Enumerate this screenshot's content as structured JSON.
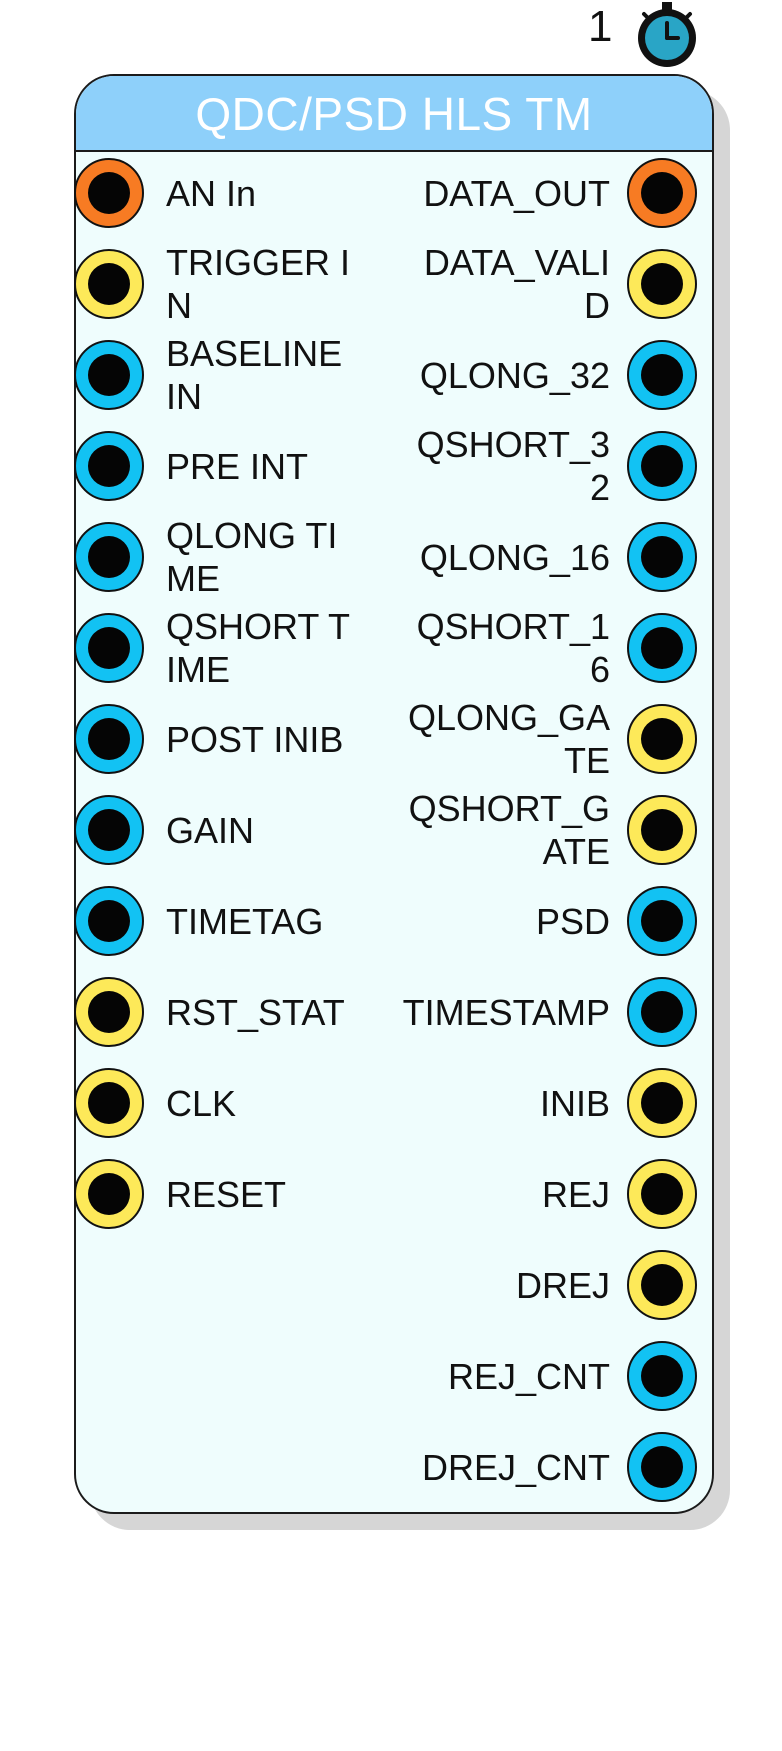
{
  "block": {
    "title": "QDC/PSD HLS TM",
    "instance_number": "1",
    "icon": "stopwatch-icon"
  },
  "colors": {
    "header": "#8ed0fa",
    "body": "#effdfd",
    "port_orange": "#f77b23",
    "port_yellow": "#fde959",
    "port_blue": "#12c2f3"
  },
  "inputs": [
    {
      "label": "AN In",
      "color": "orange"
    },
    {
      "label": "TRIGGER IN",
      "color": "yellow"
    },
    {
      "label": "BASELINE IN",
      "color": "blue"
    },
    {
      "label": "PRE INT",
      "color": "blue"
    },
    {
      "label": "QLONG TIME",
      "color": "blue"
    },
    {
      "label": "QSHORT TIME",
      "color": "blue"
    },
    {
      "label": "POST INIB",
      "color": "blue"
    },
    {
      "label": "GAIN",
      "color": "blue"
    },
    {
      "label": "TIMETAG",
      "color": "blue"
    },
    {
      "label": "RST_STAT",
      "color": "yellow"
    },
    {
      "label": "CLK",
      "color": "yellow"
    },
    {
      "label": "RESET",
      "color": "yellow"
    }
  ],
  "outputs": [
    {
      "label": "DATA_OUT",
      "color": "orange"
    },
    {
      "label": "DATA_VALID",
      "color": "yellow"
    },
    {
      "label": "QLONG_32",
      "color": "blue"
    },
    {
      "label": "QSHORT_32",
      "color": "blue"
    },
    {
      "label": "QLONG_16",
      "color": "blue"
    },
    {
      "label": "QSHORT_16",
      "color": "blue"
    },
    {
      "label": "QLONG_GATE",
      "color": "yellow"
    },
    {
      "label": "QSHORT_GATE",
      "color": "yellow"
    },
    {
      "label": "PSD",
      "color": "blue"
    },
    {
      "label": "TIMESTAMP",
      "color": "blue"
    },
    {
      "label": "INIB",
      "color": "yellow"
    },
    {
      "label": "REJ",
      "color": "yellow"
    },
    {
      "label": "DREJ",
      "color": "yellow"
    },
    {
      "label": "REJ_CNT",
      "color": "blue"
    },
    {
      "label": "DREJ_CNT",
      "color": "blue"
    }
  ]
}
